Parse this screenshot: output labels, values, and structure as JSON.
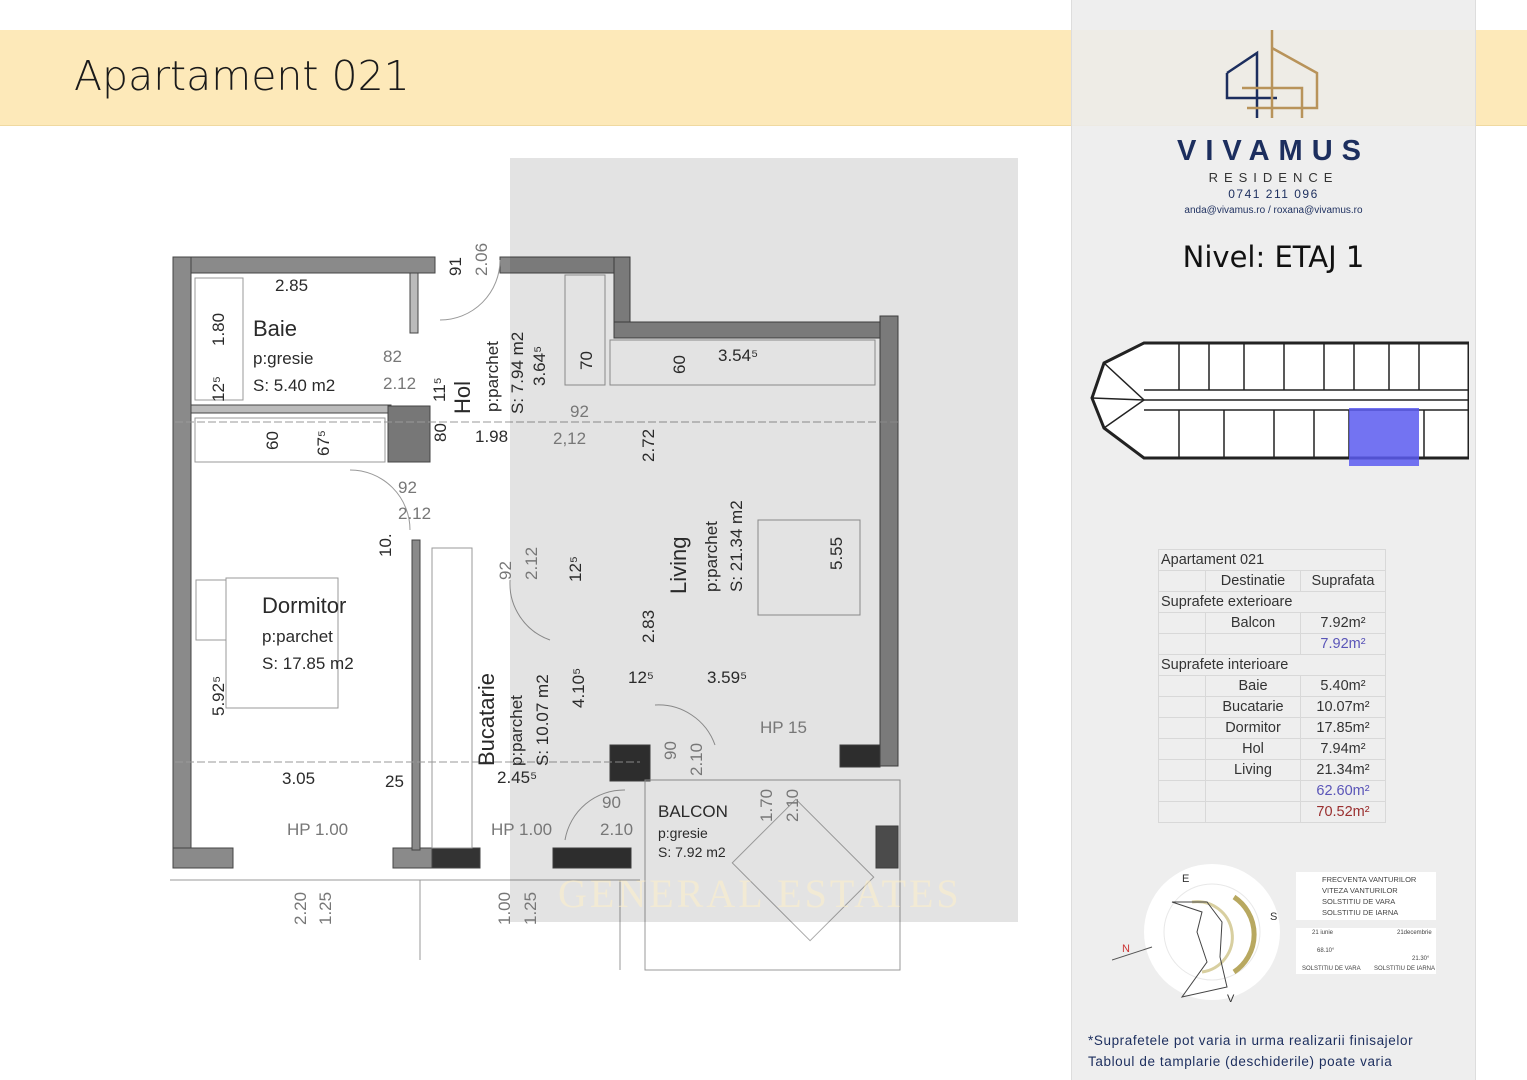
{
  "header": {
    "title": "Apartament 021",
    "band_color": "#fde9b9"
  },
  "brand": {
    "name": "VIVAMUS",
    "subtitle": "RESIDENCE",
    "phone": "0741 211 096",
    "emails": "anda@vivamus.ro / roxana@vivamus.ro",
    "accent": "#1c2e5e",
    "logo_gold": "#b8935a"
  },
  "level": "Nivel: ETAJ 1",
  "watermark": "GENERAL ESTATES",
  "plan": {
    "baie": {
      "name": "Baie",
      "floor": "p:gresie",
      "area": "S: 5.40 m2"
    },
    "hol": {
      "name": "Hol",
      "floor": "p:parchet",
      "area": "S: 7.94 m2"
    },
    "dormitor": {
      "name": "Dormitor",
      "floor": "p:parchet",
      "area": "S: 17.85 m2"
    },
    "living": {
      "name": "Living",
      "floor": "p:parchet",
      "area": "S: 21.34 m2"
    },
    "bucatarie": {
      "name": "Bucatarie",
      "floor": "p:parchet",
      "area": "S: 10.07 m2"
    },
    "balcon": {
      "name": "BALCON",
      "floor": "p:gresie",
      "area": "S: 7.92 m2"
    },
    "dims": [
      "2.85",
      "1.80",
      "82",
      "2.12",
      "12⁵",
      "11⁵",
      "3.64⁵",
      "70",
      "60",
      "3.54⁵",
      "92",
      "2,12",
      "80",
      "1.98",
      "60",
      "67⁵",
      "2.72",
      "92",
      "2.12",
      "10.",
      "92",
      "2.12",
      "12⁵",
      "5.55",
      "2.83",
      "5.92⁵",
      "4.10⁵",
      "12⁵",
      "3.59⁵",
      "HP 15",
      "90",
      "2.10",
      "3.05",
      "25",
      "2.45⁵",
      "90",
      "2.10",
      "1.70",
      "2.10",
      "HP 1.00",
      "HP 1.00",
      "2.20",
      "1.25",
      "1.00",
      "1.25",
      "91",
      "2.06"
    ]
  },
  "table": {
    "title": "Apartament 021",
    "headers": [
      "Destinatie",
      "Suprafata"
    ],
    "exterior_label": "Suprafete exterioare",
    "exterior": [
      {
        "name": "Balcon",
        "value": "7.92m²"
      }
    ],
    "exterior_total": "7.92m²",
    "interior_label": "Suprafete interioare",
    "interior": [
      {
        "name": "Baie",
        "value": "5.40m²"
      },
      {
        "name": "Bucatarie",
        "value": "10.07m²"
      },
      {
        "name": "Dormitor",
        "value": "17.85m²"
      },
      {
        "name": "Hol",
        "value": "7.94m²"
      },
      {
        "name": "Living",
        "value": "21.34m²"
      }
    ],
    "interior_total": "62.60m²",
    "grand_total": "70.52m²",
    "colors": {
      "interior_total": "#5a55b8",
      "grand_total": "#9a2f2f"
    }
  },
  "compass": {
    "labels": [
      "E",
      "S",
      "V",
      "N"
    ]
  },
  "legend": {
    "items": [
      "FRECVENTA VANTURILOR",
      "VITEZA VANTURILOR",
      "SOLSTITIU DE VARA",
      "SOLSTITIU DE IARNA"
    ],
    "summer_date": "21 iunie",
    "winter_date": "21decembrie",
    "summer_angle": "68.10°",
    "winter_angle": "21.30°",
    "summer_label": "SOLSTITIU DE VARA",
    "winter_label": "SOLSTITIU DE IARNA"
  },
  "notes": [
    "*Suprafetele pot varia in urma realizarii finisajelor",
    "Tabloul de tamplarie (deschiderile) poate varia"
  ]
}
